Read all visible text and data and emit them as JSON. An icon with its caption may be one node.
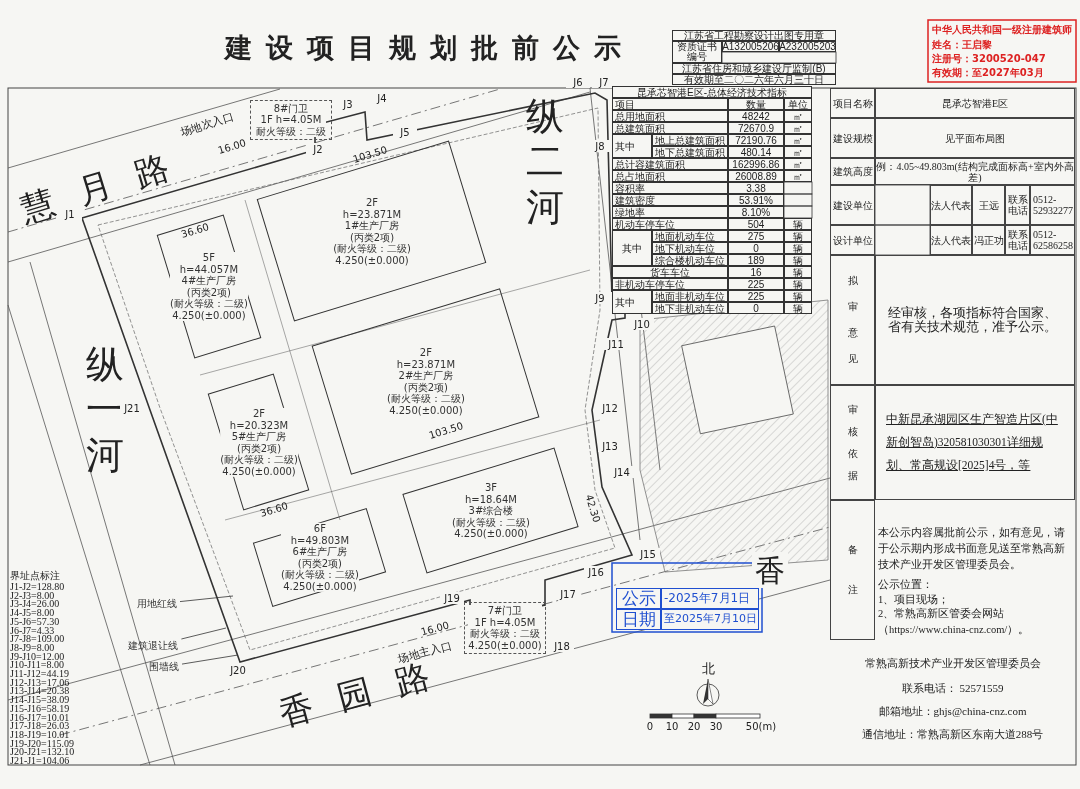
{
  "diagram": {
    "title": "建设项目规划批前公示",
    "nodes": [
      {
        "text": [
          "2F",
          "h=23.871M",
          "1#生产厂房",
          "(丙类2项)",
          "(耐火等级：二级)",
          "4.250(±0.000)"
        ]
      },
      {
        "text": [
          "5F",
          "h=44.057M",
          "4#生产厂房",
          "(丙类2项)",
          "(耐火等级：二级)",
          "4.250(±0.000)"
        ]
      },
      {
        "text": [
          "2F",
          "h=23.871M",
          "2#生产厂房",
          "(丙类2项)",
          "(耐火等级：二级)",
          "4.250(±0.000)"
        ]
      },
      {
        "text": [
          "2F",
          "h=20.323M",
          "5#生产厂房",
          "(丙类2项)",
          "(耐火等级：二级)",
          "4.250(±0.000)"
        ]
      },
      {
        "text": [
          "3F",
          "h=18.64M",
          "3#综合楼",
          "(耐火等级：二级)",
          "4.250(±0.000)"
        ]
      },
      {
        "text": [
          "6F",
          "h=49.803M",
          "6#生产厂房",
          "(丙类2项)",
          "(耐火等级：二级)",
          "4.250(±0.000)"
        ]
      },
      {
        "text": [
          "8#门卫",
          "1F h=4.05M",
          "耐火等级：二级"
        ]
      },
      {
        "text": [
          "7#门卫",
          "1F h=4.05M",
          "耐火等级：二级",
          "4.250(±0.000)"
        ]
      },
      {
        "text": [
          "用地红线"
        ]
      },
      {
        "text": [
          "建筑退让线"
        ]
      },
      {
        "text": [
          "围墙线"
        ]
      }
    ],
    "edges": [
      {
        "from": 8,
        "to": null,
        "arrow": "none"
      },
      {
        "from": 9,
        "to": null,
        "arrow": "none"
      },
      {
        "from": 10,
        "to": null,
        "arrow": "none"
      }
    ],
    "labels": [
      "慧月路",
      "香园路",
      "纵二河",
      "纵一河",
      "香",
      "场地次入口",
      "场地主入口",
      "103.50",
      "36.60",
      "103.50",
      "36.60",
      "42.30",
      "16.00",
      "16.00",
      "北",
      "0",
      "10",
      "20",
      "30",
      "50(m)",
      "J1",
      "J2",
      "J3",
      "J4",
      "J5",
      "J6",
      "J7",
      "J8",
      "J9",
      "J10",
      "J11",
      "J12",
      "J13",
      "J14",
      "J15",
      "J16",
      "J17",
      "J18",
      "J19",
      "J20",
      "J21",
      "界址点标注",
      "J1-J2=128.80",
      "J2-J3=8.00",
      "J3-J4=26.00",
      "J4-J5=8.00",
      "J5-J6=57.30",
      "J6-J7=4.33",
      "J7-J8=109.00",
      "J8-J9=8.00",
      "J9-J10=12.00",
      "J10-J11=8.00",
      "J11-J12=44.19",
      "J12-J13=17.06",
      "J13-J14=20.38",
      "J14-J15=38.09",
      "J15-J16=58.19",
      "J16-J17=10.01",
      "J17-J18=26.03",
      "J18-J19=10.01",
      "J19-J20=115.09",
      "J20-J21=132.10",
      "J21-J1=104.06",
      "江苏省工程勘察设计出图专用章",
      "资质证书编号",
      "A132005206",
      "A232005203",
      "江苏省住房和城乡建设厅监制(B)",
      "有效期至二〇二六年六月三十日",
      "中华人民共和国一级注册建筑师",
      "姓名：王启黎",
      "注册号：3200520-047",
      "有效期：至2027年03月",
      "昆承芯智港E区-总体经济技术指标",
      "项目",
      "数量",
      "单位",
      "总用地面积",
      "48242",
      "㎡",
      "总建筑面积",
      "72670.9",
      "㎡",
      "其中",
      "地上总建筑面积",
      "72190.76",
      "㎡",
      "地下总建筑面积",
      "480.14",
      "㎡",
      "总计容建筑面积",
      "162996.86",
      "㎡",
      "总占地面积",
      "26008.89",
      "㎡",
      "容积率",
      "3.38",
      "建筑密度",
      "53.91%",
      "绿地率",
      "8.10%",
      "机动车停车位",
      "504",
      "辆",
      "其中",
      "地面机动车位",
      "275",
      "辆",
      "地下机动车位",
      "0",
      "辆",
      "综合楼机动车位",
      "189",
      "辆",
      "货车车位",
      "16",
      "辆",
      "非机动车停车位",
      "225",
      "辆",
      "其中",
      "地面非机动车位",
      "225",
      "辆",
      "地下非机动车位",
      "0",
      "辆",
      "项目名称",
      "昆承芯智港E区",
      "建设规模",
      "见平面布局图",
      "建筑高度",
      "例：4.05~49.803m(结构完成面标高+室内外高差)",
      "建设单位",
      "法人代表",
      "王远",
      "联系电话",
      "0512-52932277",
      "设计单位",
      "法人代表",
      "冯正功",
      "联系电话",
      "0512-62586258",
      "拟审意见",
      "经审核，各项指标符合国家、省有关技术规范，准予公示。",
      "审核依据",
      "中新昆承湖园区生产智造片区(中新创智岛)320581030301详细规划、常高规设[2025]4号，等",
      "备注",
      "本公示内容属批前公示，如有意见，请于公示期内形成书面意见送至常熟高新技术产业开发区管理委员会。",
      "公示位置：",
      "1、项目现场；",
      "2、常熟高新区管委会网站（https://www.china-cnz.com/）。",
      "常熟高新技术产业开发区管理委员会",
      "联系电话： 52571559",
      "邮箱地址：ghjs@china-cnz.com",
      "通信地址：常熟高新区东南大道288号",
      "公示",
      "-2025年7月1日",
      "日期",
      "至2025年7月10日"
    ]
  }
}
